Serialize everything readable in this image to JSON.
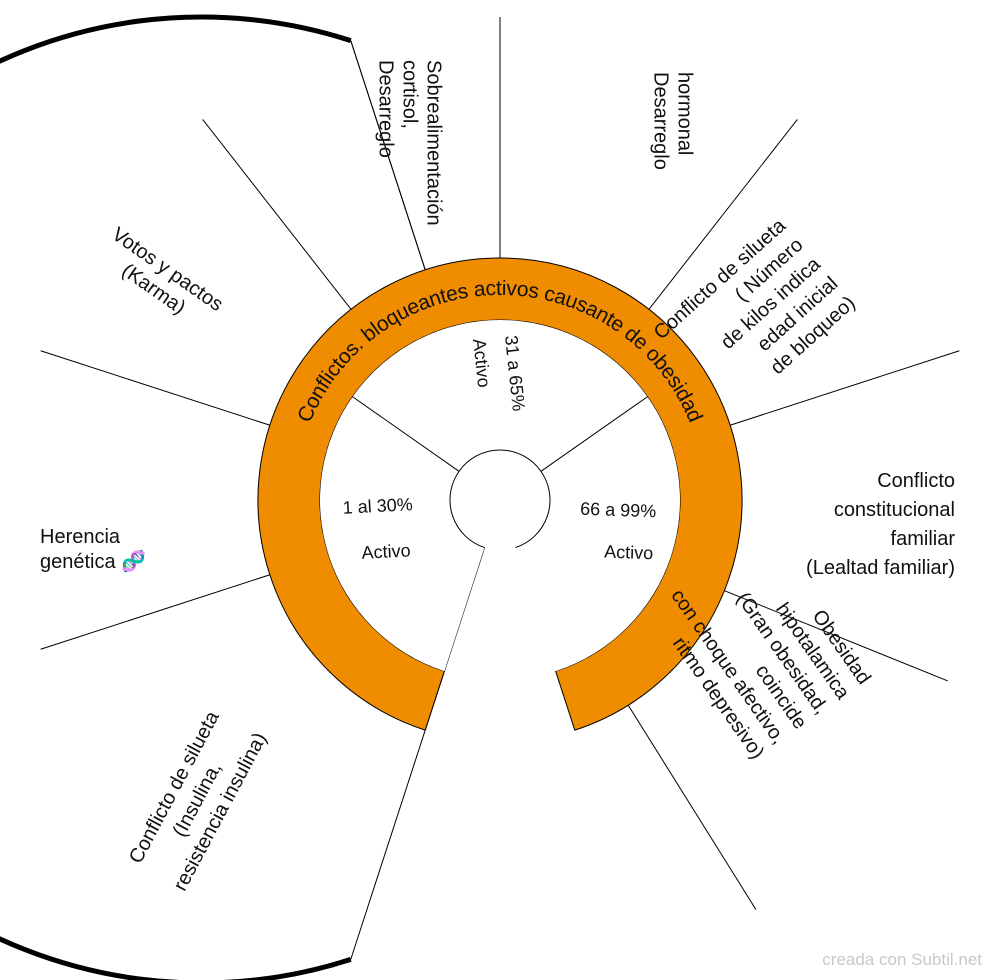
{
  "outer_segments": [
    {
      "name": "segment-desarreglo-cortisol",
      "lines": [
        "Desarreglo",
        "cortisol,",
        "Sobrealimentación"
      ]
    },
    {
      "name": "segment-desarreglo-hormonal",
      "lines": [
        "Desarreglo",
        "hormonal"
      ]
    },
    {
      "name": "segment-conflicto-silueta-kilos",
      "lines": [
        "Conflicto de silueta",
        "( Número",
        "de kilos indica",
        "edad inicial",
        "de bloqueo)"
      ]
    },
    {
      "name": "segment-conflicto-constitucional",
      "lines": [
        "Conflicto",
        "constitucional",
        "familiar",
        "(Lealtad familiar)"
      ]
    },
    {
      "name": "segment-obesidad-hipotalamica",
      "lines": [
        "Obesidad",
        "hipotalamica",
        "(Gran obesidad,",
        "coincide",
        "con choque afectivo,",
        "ritmo depresivo)"
      ]
    },
    {
      "name": "segment-conflicto-silueta-insulina",
      "lines": [
        "Conflicto de silueta",
        "(Insulina,",
        "resistencia insulina)"
      ]
    },
    {
      "name": "segment-herencia-genetica",
      "lines": [
        "Herencia",
        "genética 🧬"
      ]
    },
    {
      "name": "segment-votos-pactos",
      "lines": [
        "Votos y pactos",
        "(Karma)"
      ]
    }
  ],
  "ring": {
    "title": "Conflictos.  bloqueantes   activos causante  de  obesidad",
    "color": "#ef8c00"
  },
  "inner_segments": [
    {
      "name": "inner-segment-1-30",
      "range": "1 al 30%",
      "status": "Activo"
    },
    {
      "name": "inner-segment-31-65",
      "range": "31 a 65%",
      "status": "Activo"
    },
    {
      "name": "inner-segment-66-99",
      "range": "66 a 99%",
      "status": "Activo"
    }
  ],
  "credit": "creada con Subtil.net"
}
